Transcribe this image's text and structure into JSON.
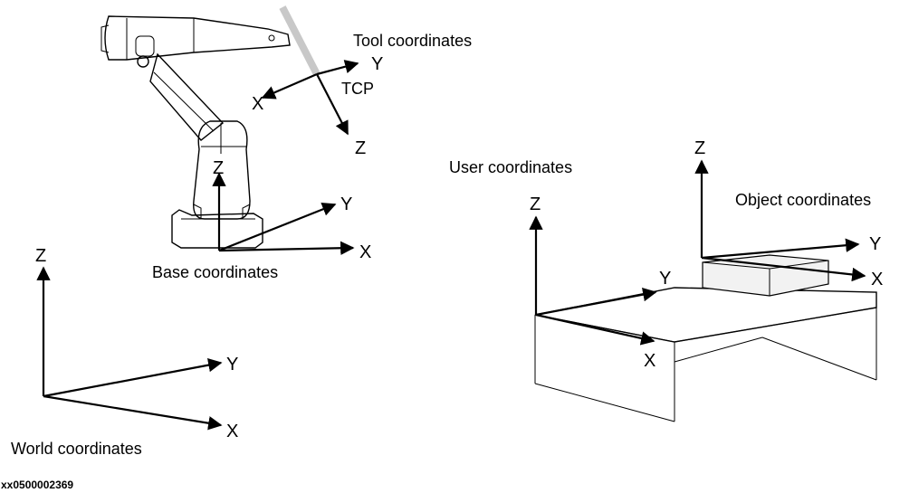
{
  "labels": {
    "tool": "Tool coordinates",
    "tcp": "TCP",
    "base": "Base coordinates",
    "world": "World coordinates",
    "user": "User coordinates",
    "object": "Object coordinates",
    "figure_id": "xx0500002369"
  },
  "axes": {
    "tool": {
      "x": "X",
      "y": "Y",
      "z": "Z"
    },
    "base": {
      "x": "X",
      "y": "Y",
      "z": "Z"
    },
    "world": {
      "x": "X",
      "y": "Y",
      "z": "Z"
    },
    "user": {
      "x": "X",
      "y": "Y",
      "z": "Z"
    },
    "object": {
      "x": "X",
      "y": "Y",
      "z": "Z"
    }
  },
  "colors": {
    "ink": "#000000",
    "tool_tip": "#c8c8c8",
    "box_fill": "#f2f2f2"
  }
}
